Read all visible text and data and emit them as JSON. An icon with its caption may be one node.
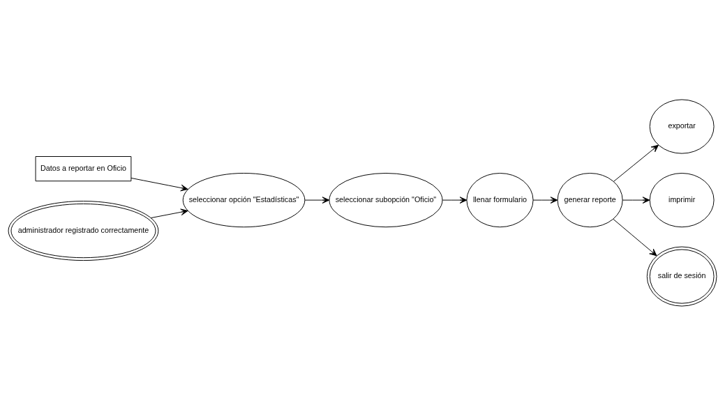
{
  "diagram": {
    "nodes": [
      {
        "text": [
          "Datos a reportar en Oficio"
        ]
      },
      {
        "text": [
          "administrador registrado correctamente"
        ]
      },
      {
        "text": [
          "seleccionar opción \"Estadísticas\""
        ]
      },
      {
        "text": [
          "seleccionar subopción \"Oficio\""
        ]
      },
      {
        "text": [
          "llenar formulario"
        ]
      },
      {
        "text": [
          "generar reporte"
        ]
      },
      {
        "text": [
          "exportar"
        ]
      },
      {
        "text": [
          "imprimir"
        ]
      },
      {
        "text": [
          "salir de sesión"
        ]
      }
    ],
    "edges": [
      {
        "from": 0,
        "to": 2,
        "arrow": "to"
      },
      {
        "from": 1,
        "to": 2,
        "arrow": "to"
      },
      {
        "from": 2,
        "to": 3,
        "arrow": "to"
      },
      {
        "from": 3,
        "to": 4,
        "arrow": "to"
      },
      {
        "from": 4,
        "to": 5,
        "arrow": "to"
      },
      {
        "from": 5,
        "to": 6,
        "arrow": "to"
      },
      {
        "from": 5,
        "to": 7,
        "arrow": "to"
      },
      {
        "from": 5,
        "to": 8,
        "arrow": "to"
      }
    ]
  }
}
